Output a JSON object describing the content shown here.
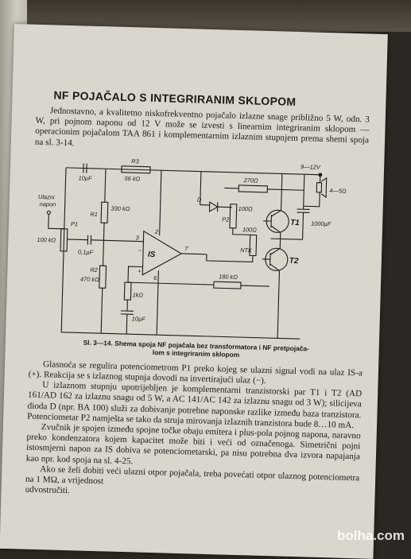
{
  "heading": "NF POJAČALO S INTEGRIRANIM SKLOPOM",
  "intro": "Jednostavno, a kvalitetno niskofrekventno pojačalo izlazne snage približno 5 W, odn. 3 W, pri pojnom naponu od 12 V može se izvesti s linearnim integriranim sklopom — operacionim pojačalom TAA 861 i komplementarnim izlaznim stupnjem prema shemi spoja na sl. 3-14.",
  "circuit": {
    "supply": "9—12V",
    "c_input": "10µF",
    "r3": "R3",
    "r3_val": "56 kΩ",
    "ulazni": "Ulazni",
    "napon": "napon",
    "p1": "P1",
    "p1_val": "100 kΩ",
    "r1": "R1",
    "r1_val": "330 kΩ",
    "c01": "0,1µF",
    "r2": "R2",
    "r2_val": "470 kΩ",
    "is": "IS",
    "pin2": "2",
    "pin3": "3",
    "pin6": "6",
    "pin7": "7",
    "plus": "+",
    "minus": "−",
    "d": "D",
    "p2": "P2",
    "p2_val": "100Ω",
    "r270": "270Ω",
    "ntk": "NTK",
    "ntk_val": "100Ω",
    "t1": "T1",
    "t2": "T2",
    "c1000": "1000µF",
    "spk": "4—5Ω",
    "r180": "180 kΩ",
    "r1k": "1kΩ",
    "c10b": "10µF"
  },
  "caption": {
    "line1": "Sl. 3—14. Shema spoja NF pojačala bez transformatora i NF pretpojača-",
    "line2": "lom s integriranim sklopom"
  },
  "para1": "Glasnoća se regulira potenciometrom P1 preko kojeg se ulazni signal vodi na ulaz IS-a (+). Reakcija se s izlaznog stupnja dovodi na invertirajući ulaz (−).",
  "para2": "U izlaznom stupnju upotrijebljen je komplementarni tranzistorski par T1 i T2 (AD 161/AD 162 za izlaznu snagu od 5 W, a AC 141/AC 142 za izlaznu snagu od 3 W); silicijeva dioda D (npr. BA 100) služi za dobivanje potrebne naponske razlike između baza tranzistora. Potenciometar P2 namješta se tako da struja mirovanja izlaznih tranzistora bude 8…10 mA.",
  "para3": "Zvučnik je spojen između spojne točke obaju emitera i plus-pola pojnog napona, naravno preko kondenzatora kojem kapacitet može biti i veći od označenoga. Simetrični pojni istosmjerni napon za IS dobiva se potenciometarski, pa nisu potrebna dva izvora napajanja kao npr. kod spoja na sl. 4-25.",
  "para4": "Ako se želi dobiti veći ulazni otpor pojačala, treba povećati otpor ulaznog potenciometra na 1 MΩ, a vrijednost",
  "para5": "udvostručiti.",
  "watermark": "bolha.com"
}
